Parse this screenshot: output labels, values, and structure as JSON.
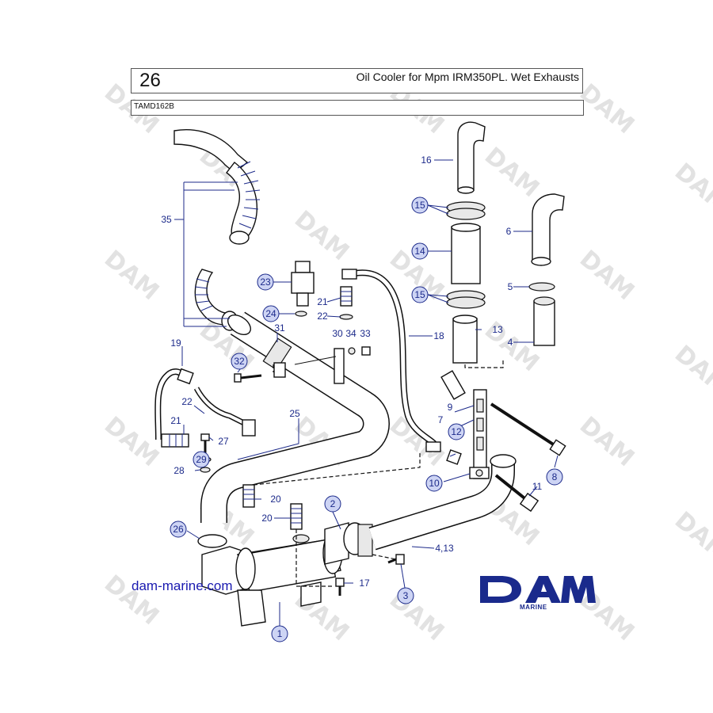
{
  "header": {
    "page_number": "26",
    "title": "Oil Cooler for Mpm IRM350PL. Wet Exhausts",
    "model_code": "TAMD162B"
  },
  "footer": {
    "website": "dam-marine.com",
    "brand_logo": "DAM",
    "brand_sub": "MARINE"
  },
  "watermark": "DAM",
  "callouts": [
    {
      "id": "c1",
      "text": "1",
      "circled": true
    },
    {
      "id": "c2",
      "text": "2",
      "circled": true
    },
    {
      "id": "c3",
      "text": "3",
      "circled": true
    },
    {
      "id": "c4",
      "text": "4",
      "circled": false
    },
    {
      "id": "c413",
      "text": "4,13",
      "circled": false
    },
    {
      "id": "c5",
      "text": "5",
      "circled": false
    },
    {
      "id": "c6",
      "text": "6",
      "circled": false
    },
    {
      "id": "c7",
      "text": "7",
      "circled": false
    },
    {
      "id": "c8",
      "text": "8",
      "circled": true
    },
    {
      "id": "c9",
      "text": "9",
      "circled": false
    },
    {
      "id": "c10",
      "text": "10",
      "circled": true
    },
    {
      "id": "c11",
      "text": "11",
      "circled": false
    },
    {
      "id": "c12",
      "text": "12",
      "circled": true
    },
    {
      "id": "c13",
      "text": "13",
      "circled": false
    },
    {
      "id": "c14",
      "text": "14",
      "circled": true
    },
    {
      "id": "c15a",
      "text": "15",
      "circled": true
    },
    {
      "id": "c15b",
      "text": "15",
      "circled": true
    },
    {
      "id": "c16",
      "text": "16",
      "circled": false
    },
    {
      "id": "c17",
      "text": "17",
      "circled": false
    },
    {
      "id": "c18",
      "text": "18",
      "circled": false
    },
    {
      "id": "c19",
      "text": "19",
      "circled": false
    },
    {
      "id": "c20a",
      "text": "20",
      "circled": false
    },
    {
      "id": "c20b",
      "text": "20",
      "circled": false
    },
    {
      "id": "c21a",
      "text": "21",
      "circled": false
    },
    {
      "id": "c21b",
      "text": "21",
      "circled": false
    },
    {
      "id": "c22a",
      "text": "22",
      "circled": false
    },
    {
      "id": "c22b",
      "text": "22",
      "circled": false
    },
    {
      "id": "c23",
      "text": "23",
      "circled": true
    },
    {
      "id": "c24",
      "text": "24",
      "circled": true
    },
    {
      "id": "c25",
      "text": "25",
      "circled": false
    },
    {
      "id": "c26",
      "text": "26",
      "circled": true
    },
    {
      "id": "c27",
      "text": "27",
      "circled": false
    },
    {
      "id": "c28",
      "text": "28",
      "circled": false
    },
    {
      "id": "c29",
      "text": "29",
      "circled": true
    },
    {
      "id": "c30",
      "text": "30",
      "circled": false
    },
    {
      "id": "c31",
      "text": "31",
      "circled": false
    },
    {
      "id": "c32",
      "text": "32",
      "circled": true
    },
    {
      "id": "c33",
      "text": "33",
      "circled": false
    },
    {
      "id": "c34",
      "text": "34",
      "circled": false
    },
    {
      "id": "c35",
      "text": "35",
      "circled": false
    }
  ]
}
